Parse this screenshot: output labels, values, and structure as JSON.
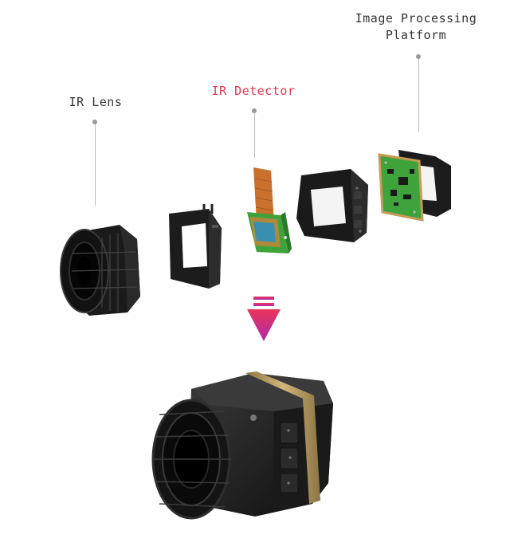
{
  "labels": {
    "ir_lens": "IR Lens",
    "ir_detector": "IR Detector",
    "platform_line1": "Image Processing",
    "platform_line2": "Platform"
  },
  "colors": {
    "text": "#333333",
    "highlight": "#e8364f",
    "leader": "#bbbbbb",
    "dot": "#999999",
    "arrow_top": "#e8355a",
    "arrow_bottom": "#b12aa8",
    "module_body": "#1c1c1c",
    "pcb": "#3fa33c",
    "flex_cable": "#c9702c",
    "sensor": "#3a8fb0",
    "gold_band": "#b59a5c"
  },
  "icons": {
    "arrow": "down-arrow-icon"
  }
}
